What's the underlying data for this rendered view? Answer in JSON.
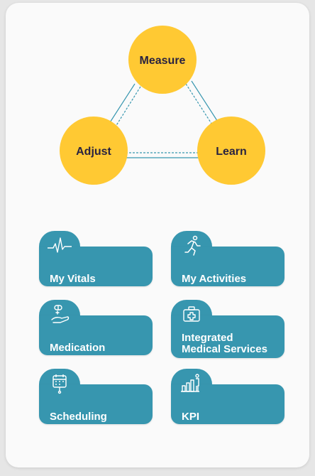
{
  "cycle": {
    "top_label": "Measure",
    "left_label": "Adjust",
    "right_label": "Learn",
    "circle_color": "#ffc933",
    "line_color": "#3796af"
  },
  "tiles": [
    {
      "label": "My Vitals",
      "icon": "heartbeat-icon"
    },
    {
      "label": "My Activities",
      "icon": "running-person-icon"
    },
    {
      "label": "Medication",
      "icon": "medicine-hand-icon"
    },
    {
      "label": "Integrated\nMedical Services",
      "icon": "medical-kit-icon"
    },
    {
      "label": "Scheduling",
      "icon": "calendar-icon"
    },
    {
      "label": "KPI",
      "icon": "bar-chart-person-icon"
    }
  ],
  "tile_color": "#3796af"
}
